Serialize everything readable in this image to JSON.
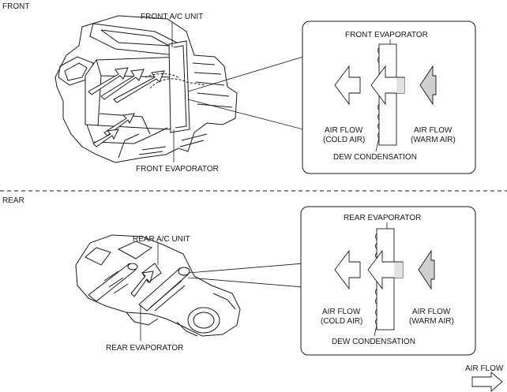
{
  "front": {
    "section_label": "FRONT",
    "unit_label": "FRONT A/C UNIT",
    "evaporator_label": "FRONT EVAPORATOR",
    "detail": {
      "evaporator_label": "FRONT EVAPORATOR",
      "cold_air_label_line1": "AIR FLOW",
      "cold_air_label_line2": "(COLD AIR)",
      "warm_air_label_line1": "AIR FLOW",
      "warm_air_label_line2": "(WARM AIR)",
      "condensation_label": "DEW CONDENSATION"
    }
  },
  "rear": {
    "section_label": "REAR",
    "unit_label": "REAR A/C UNIT",
    "evaporator_label": "REAR EVAPORATOR",
    "detail": {
      "evaporator_label": "REAR EVAPORATOR",
      "cold_air_label_line1": "AIR FLOW",
      "cold_air_label_line2": "(COLD AIR)",
      "warm_air_label_line1": "AIR FLOW",
      "warm_air_label_line2": "(WARM AIR)",
      "condensation_label": "DEW CONDENSATION"
    }
  },
  "legend": {
    "label": "AIR FLOW",
    "icon": "arrow-right-icon"
  },
  "colors": {
    "line": "#1a1a1a",
    "warm_fill": "#cfcfcf",
    "through_fill": "#e2e2e2"
  }
}
